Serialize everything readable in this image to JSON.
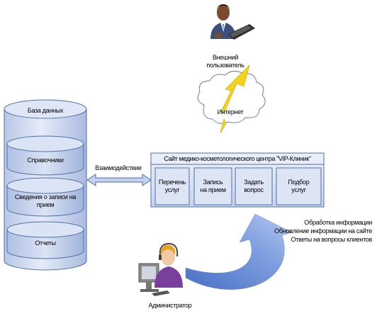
{
  "diagram": {
    "external_user": {
      "label_line1": "Внешний",
      "label_line2": "пользователь"
    },
    "internet": {
      "label": "Интернет"
    },
    "database": {
      "title": "База данных",
      "segments": [
        {
          "line1": "Справочники",
          "line2": ""
        },
        {
          "line1": "Сведения о записи на",
          "line2": "прием"
        },
        {
          "line1": "Отчеты",
          "line2": ""
        }
      ]
    },
    "interaction": {
      "label": "Взаимодействие"
    },
    "site": {
      "title": "Сайт медико-косметологического центра \"VIP-Клиник\"",
      "services": [
        {
          "line1": "Перечень",
          "line2": "услуг"
        },
        {
          "line1": "Запись",
          "line2": "на прием"
        },
        {
          "line1": "Задать",
          "line2": "вопрос"
        },
        {
          "line1": "Подбор",
          "line2": "услуг"
        }
      ]
    },
    "admin_tasks": [
      "Обработка информации",
      "Обновление информации на сайте",
      "Ответы на вопросы клиентов"
    ],
    "administrator": {
      "label": "Администратор"
    },
    "colors": {
      "cylinder_fill": "#c9d6ee",
      "cylinder_stroke": "#4f6ea8",
      "site_fill": "#dde5f5",
      "arrow_fill": "#6f8ed3",
      "lightning": "#f3d21c"
    },
    "icons": [
      "user-with-laptop-icon",
      "cloud-icon",
      "lightning-icon",
      "admin-with-headset-icon",
      "double-arrow-icon",
      "curved-arrow-icon"
    ]
  }
}
